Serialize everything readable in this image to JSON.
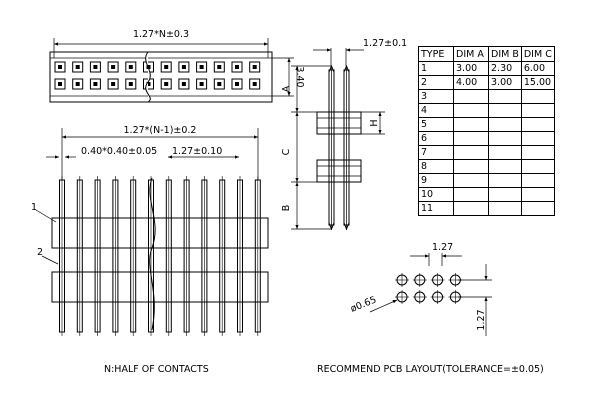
{
  "labels": {
    "top_view_length": "1.27*N±0.3",
    "top_view_height": "3.40",
    "side_pitch": "1.27±0.1",
    "dim_a": "A",
    "dim_h": "H",
    "dim_c": "C",
    "dim_b": "B",
    "front_length": "1.27*(N-1)±0.2",
    "pin_width": "0.40*0.40±0.05",
    "front_pitch": "1.27±0.10",
    "callout_1": "1",
    "callout_2": "2",
    "note_n": "N:HALF  OF  CONTACTS",
    "pcb_pitch_h": "1.27",
    "pcb_pitch_v": "1.27",
    "pcb_hole": "ø0.65",
    "pcb_caption": "RECOMMEND  PCB  LAYOUT(TOLERANCE=±0.05)"
  },
  "table": {
    "headers": [
      "TYPE",
      "DIM  A",
      "DIM  B",
      "DIM  C"
    ],
    "rows": [
      [
        "1",
        "3.00",
        "2.30",
        "6.00"
      ],
      [
        "2",
        "4.00",
        "3.00",
        "15.00"
      ],
      [
        "3",
        "",
        "",
        ""
      ],
      [
        "4",
        "",
        "",
        ""
      ],
      [
        "5",
        "",
        "",
        ""
      ],
      [
        "6",
        "",
        "",
        ""
      ],
      [
        "7",
        "",
        "",
        ""
      ],
      [
        "8",
        "",
        "",
        ""
      ],
      [
        "9",
        "",
        "",
        ""
      ],
      [
        "10",
        "",
        "",
        ""
      ],
      [
        "11",
        "",
        "",
        ""
      ]
    ]
  }
}
